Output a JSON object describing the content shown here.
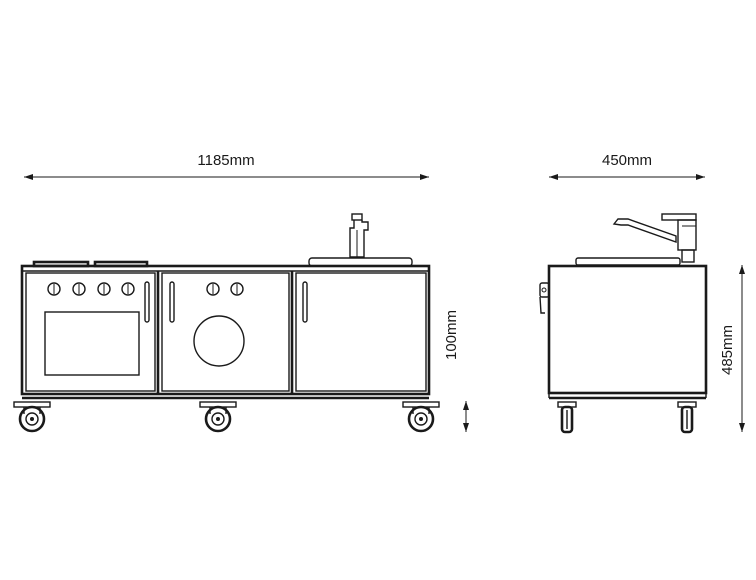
{
  "dimensions": {
    "front_width": "1185mm",
    "side_depth": "450mm",
    "wheel_height": "100mm",
    "side_height": "485mm"
  },
  "colors": {
    "line": "#1a1a1a",
    "background": "#ffffff"
  },
  "icons": {
    "arrow": "arrow-head-icon",
    "knob": "knob-icon",
    "caster": "caster-wheel-icon",
    "faucet": "faucet-icon"
  }
}
